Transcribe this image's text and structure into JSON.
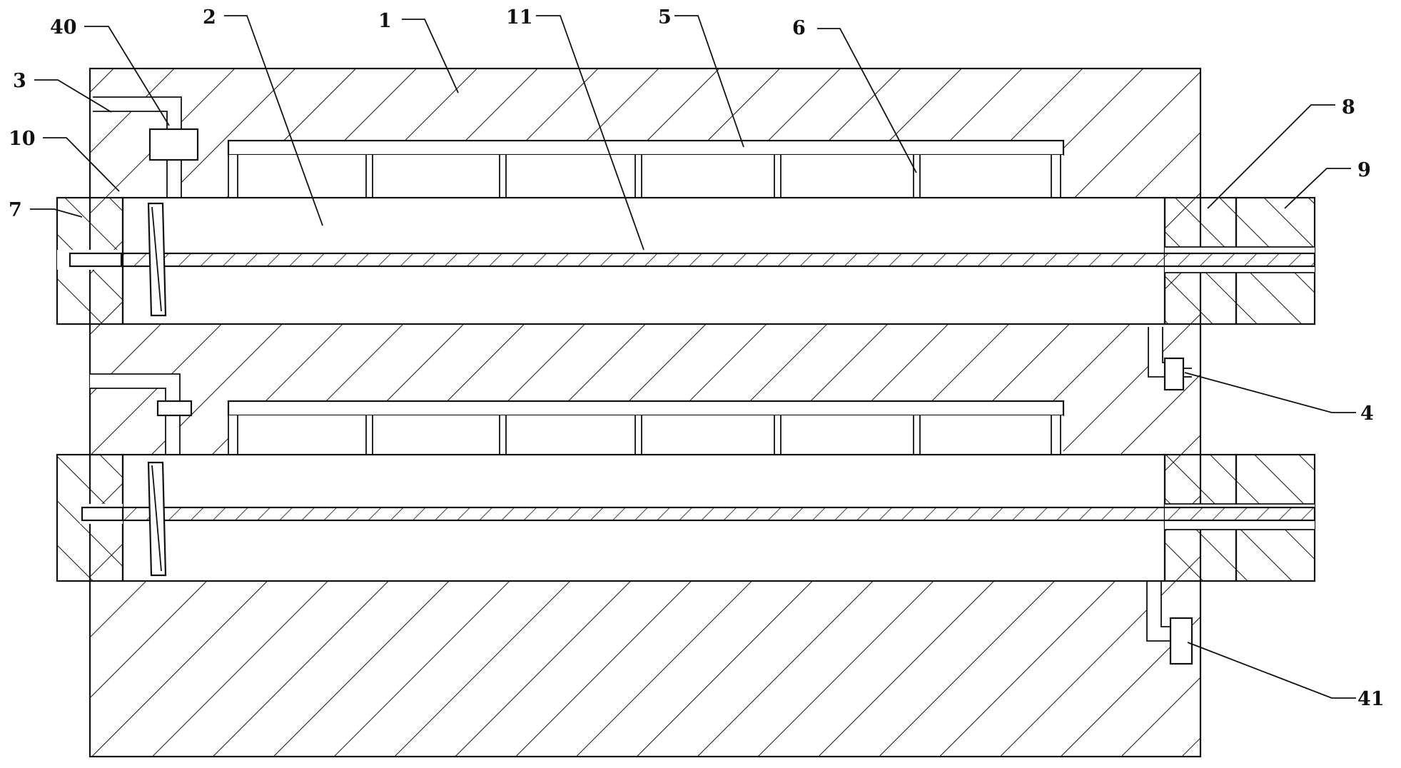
{
  "labels": {
    "l40": "40",
    "l2": "2",
    "l1": "1",
    "l11": "11",
    "l5": "5",
    "l6": "6",
    "l3": "3",
    "l10": "10",
    "l7": "7",
    "l8": "8",
    "l9": "9",
    "l4": "4",
    "l41": "41"
  },
  "colors": {
    "stroke": "#111111",
    "hatch": "#111111",
    "background": "#ffffff"
  }
}
